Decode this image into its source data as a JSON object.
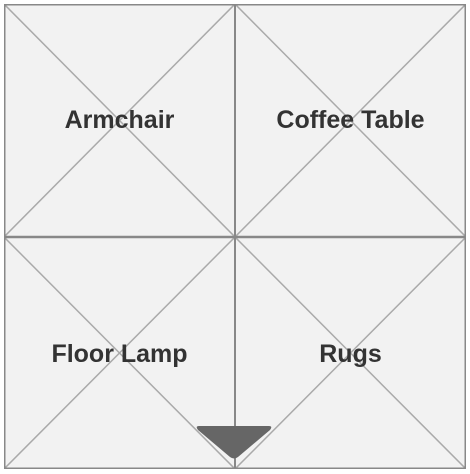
{
  "menu": {
    "items": [
      {
        "label": "Armchair"
      },
      {
        "label": "Coffee Table"
      },
      {
        "label": "Floor Lamp"
      },
      {
        "label": "Rugs"
      }
    ],
    "pointer_icon": "triangle-down-icon"
  },
  "colors": {
    "tile_fill": "#f2f2f2",
    "line": "#aaaaaa",
    "divider": "#888888",
    "text": "#333333",
    "pointer": "#666666"
  }
}
